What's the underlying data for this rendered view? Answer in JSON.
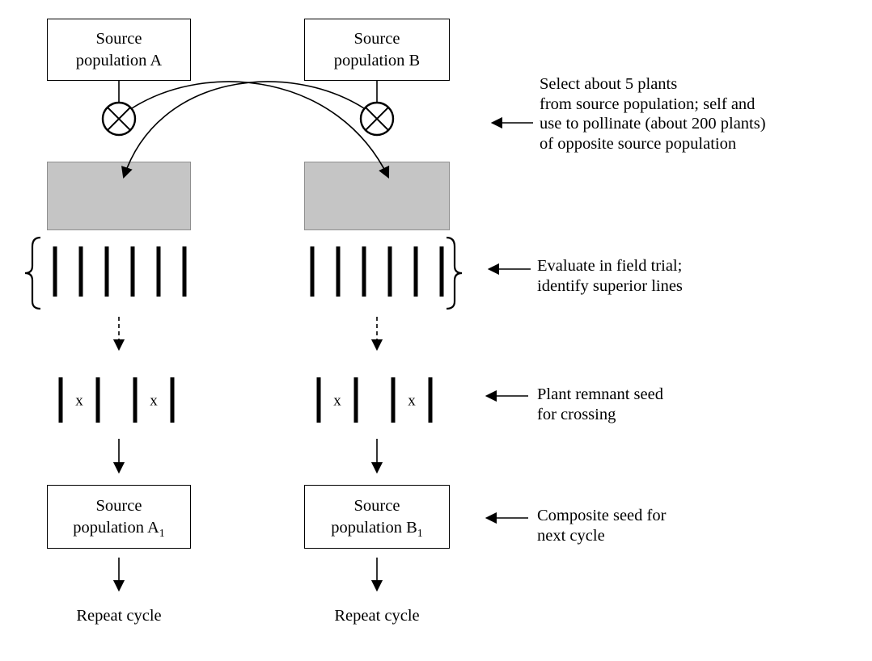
{
  "colors": {
    "background": "#ffffff",
    "gray_fill": "#c5c5c5",
    "line": "#000000"
  },
  "columns": {
    "a": {
      "source_box": {
        "line1": "Source",
        "line2": "population A"
      },
      "result_box": {
        "line1": "Source",
        "line2": "population A",
        "subscript": "1"
      },
      "repeat_label": "Repeat cycle"
    },
    "b": {
      "source_box": {
        "line1": "Source",
        "line2": "population B"
      },
      "result_box": {
        "line1": "Source",
        "line2": "population B",
        "subscript": "1"
      },
      "repeat_label": "Repeat cycle"
    }
  },
  "annotations": {
    "select": {
      "lines": [
        "Select about 5 plants",
        "from source population; self and",
        "use to pollinate (about 200 plants)",
        "of opposite source population"
      ]
    },
    "evaluate": {
      "lines": [
        "Evaluate in field trial;",
        "identify superior lines"
      ]
    },
    "plant": {
      "lines": [
        "Plant remnant seed",
        "for crossing"
      ]
    },
    "composite": {
      "lines": [
        "Composite seed for",
        "next cycle"
      ]
    }
  },
  "glyphs": {
    "cross_label": "x"
  }
}
